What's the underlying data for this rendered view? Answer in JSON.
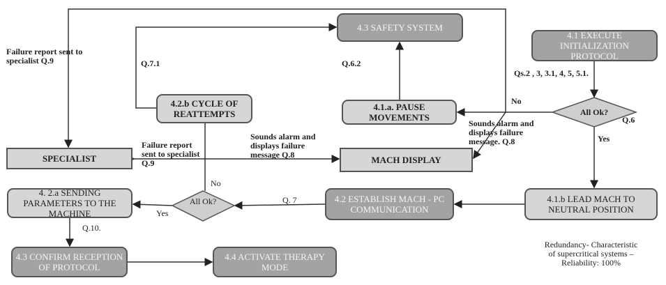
{
  "nodes": {
    "safety_system": "4.3 SAFETY SYSTEM",
    "execute_init": "4.1 EXECUTE INITIALIZATION PROTOCOL",
    "cycle_reattempts": "4.2.b CYCLE OF REATTEMPTS",
    "pause_movements": "4.1.a. PAUSE MOVEMENTS",
    "specialist": "SPECIALIST",
    "mach_display": "MACH DISPLAY",
    "decision_right": "All Ok?",
    "sending_params": "4. 2.a SENDING PARAMETERS TO THE MACHINE",
    "decision_left": "All Ok?",
    "establish_comm": "4.2 ESTABLISH MACH - PC COMMUNICATION",
    "lead_neutral": "4.1.b LEAD MACH TO NEUTRAL POSITION",
    "confirm_reception": "4.3 CONFIRM RECEPTION OF PROTOCOL",
    "activate_therapy": "4.4 ACTIVATE THERAPY MODE"
  },
  "labels": {
    "failure_report_top": "Failure report sent to specialist Q.9",
    "q7_1": "Q.7.1",
    "q6_2": "Q.6.2",
    "qs_list": "Qs.2 , 3, 3.1, 4, 5, 5.1.",
    "no_right": "No",
    "q6": "Q.6",
    "yes_right": "Yes",
    "sounds_alarm_right": "Sounds alarm and displays failure message. Q.8",
    "sounds_alarm_mid": "Sounds alarm and displays failure message Q.8",
    "failure_report_mid": "Failure report sent to specialist Q.9",
    "no_left": "No",
    "yes_left": "Yes",
    "q7": "Q. 7",
    "q10": "Q.10.",
    "redundancy_note": "Redundancy- Characteristic of supercritical systems – Reliability: 100%"
  },
  "colors": {
    "dark_node": "#a3a3a3",
    "light_node": "#d6d6d6",
    "line": "#333333"
  }
}
